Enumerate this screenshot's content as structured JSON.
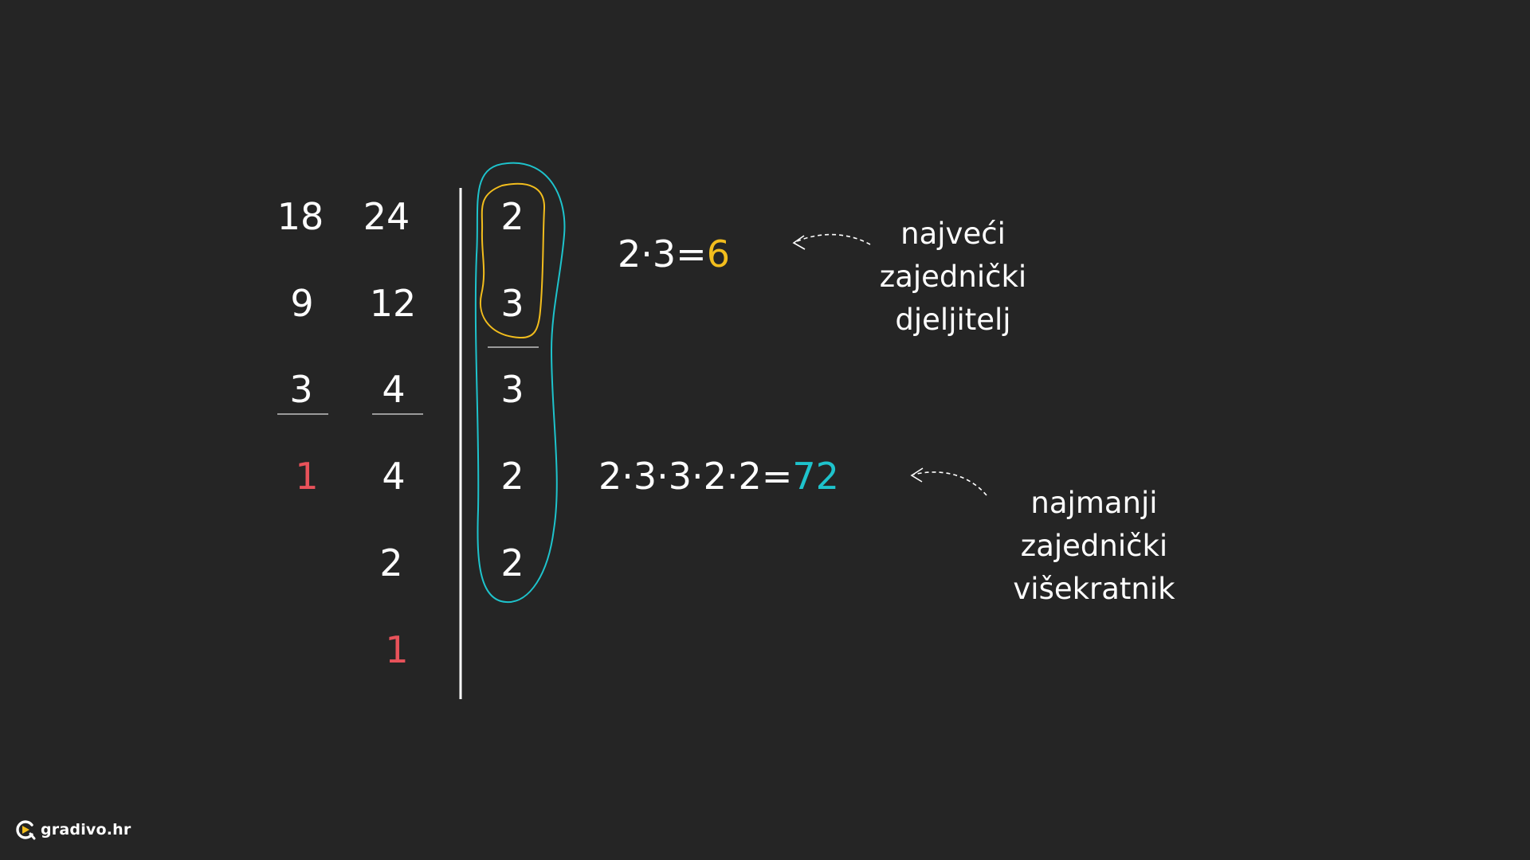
{
  "columns": {
    "left": [
      "18",
      "9",
      "3",
      "1"
    ],
    "middle": [
      "24",
      "12",
      "4",
      "4",
      "2",
      "1"
    ],
    "factors": [
      "2",
      "3",
      "3",
      "2",
      "2"
    ]
  },
  "gcd": {
    "expression": "2·3=",
    "result": "6",
    "label_lines": [
      "najveći",
      "zajednički",
      "djeljitelj"
    ]
  },
  "lcm": {
    "expression": "2·3·3·2·2=",
    "result": "72",
    "label_lines": [
      "najmanji",
      "zajednički",
      "višekratnik"
    ]
  },
  "logo": {
    "text": "gradivo.hr",
    "icon": "gradivo-logo-icon"
  },
  "colors": {
    "background": "#252525",
    "text": "#ffffff",
    "red": "#e8525a",
    "yellow": "#f2bd1d",
    "cyan": "#1ec3cc"
  }
}
